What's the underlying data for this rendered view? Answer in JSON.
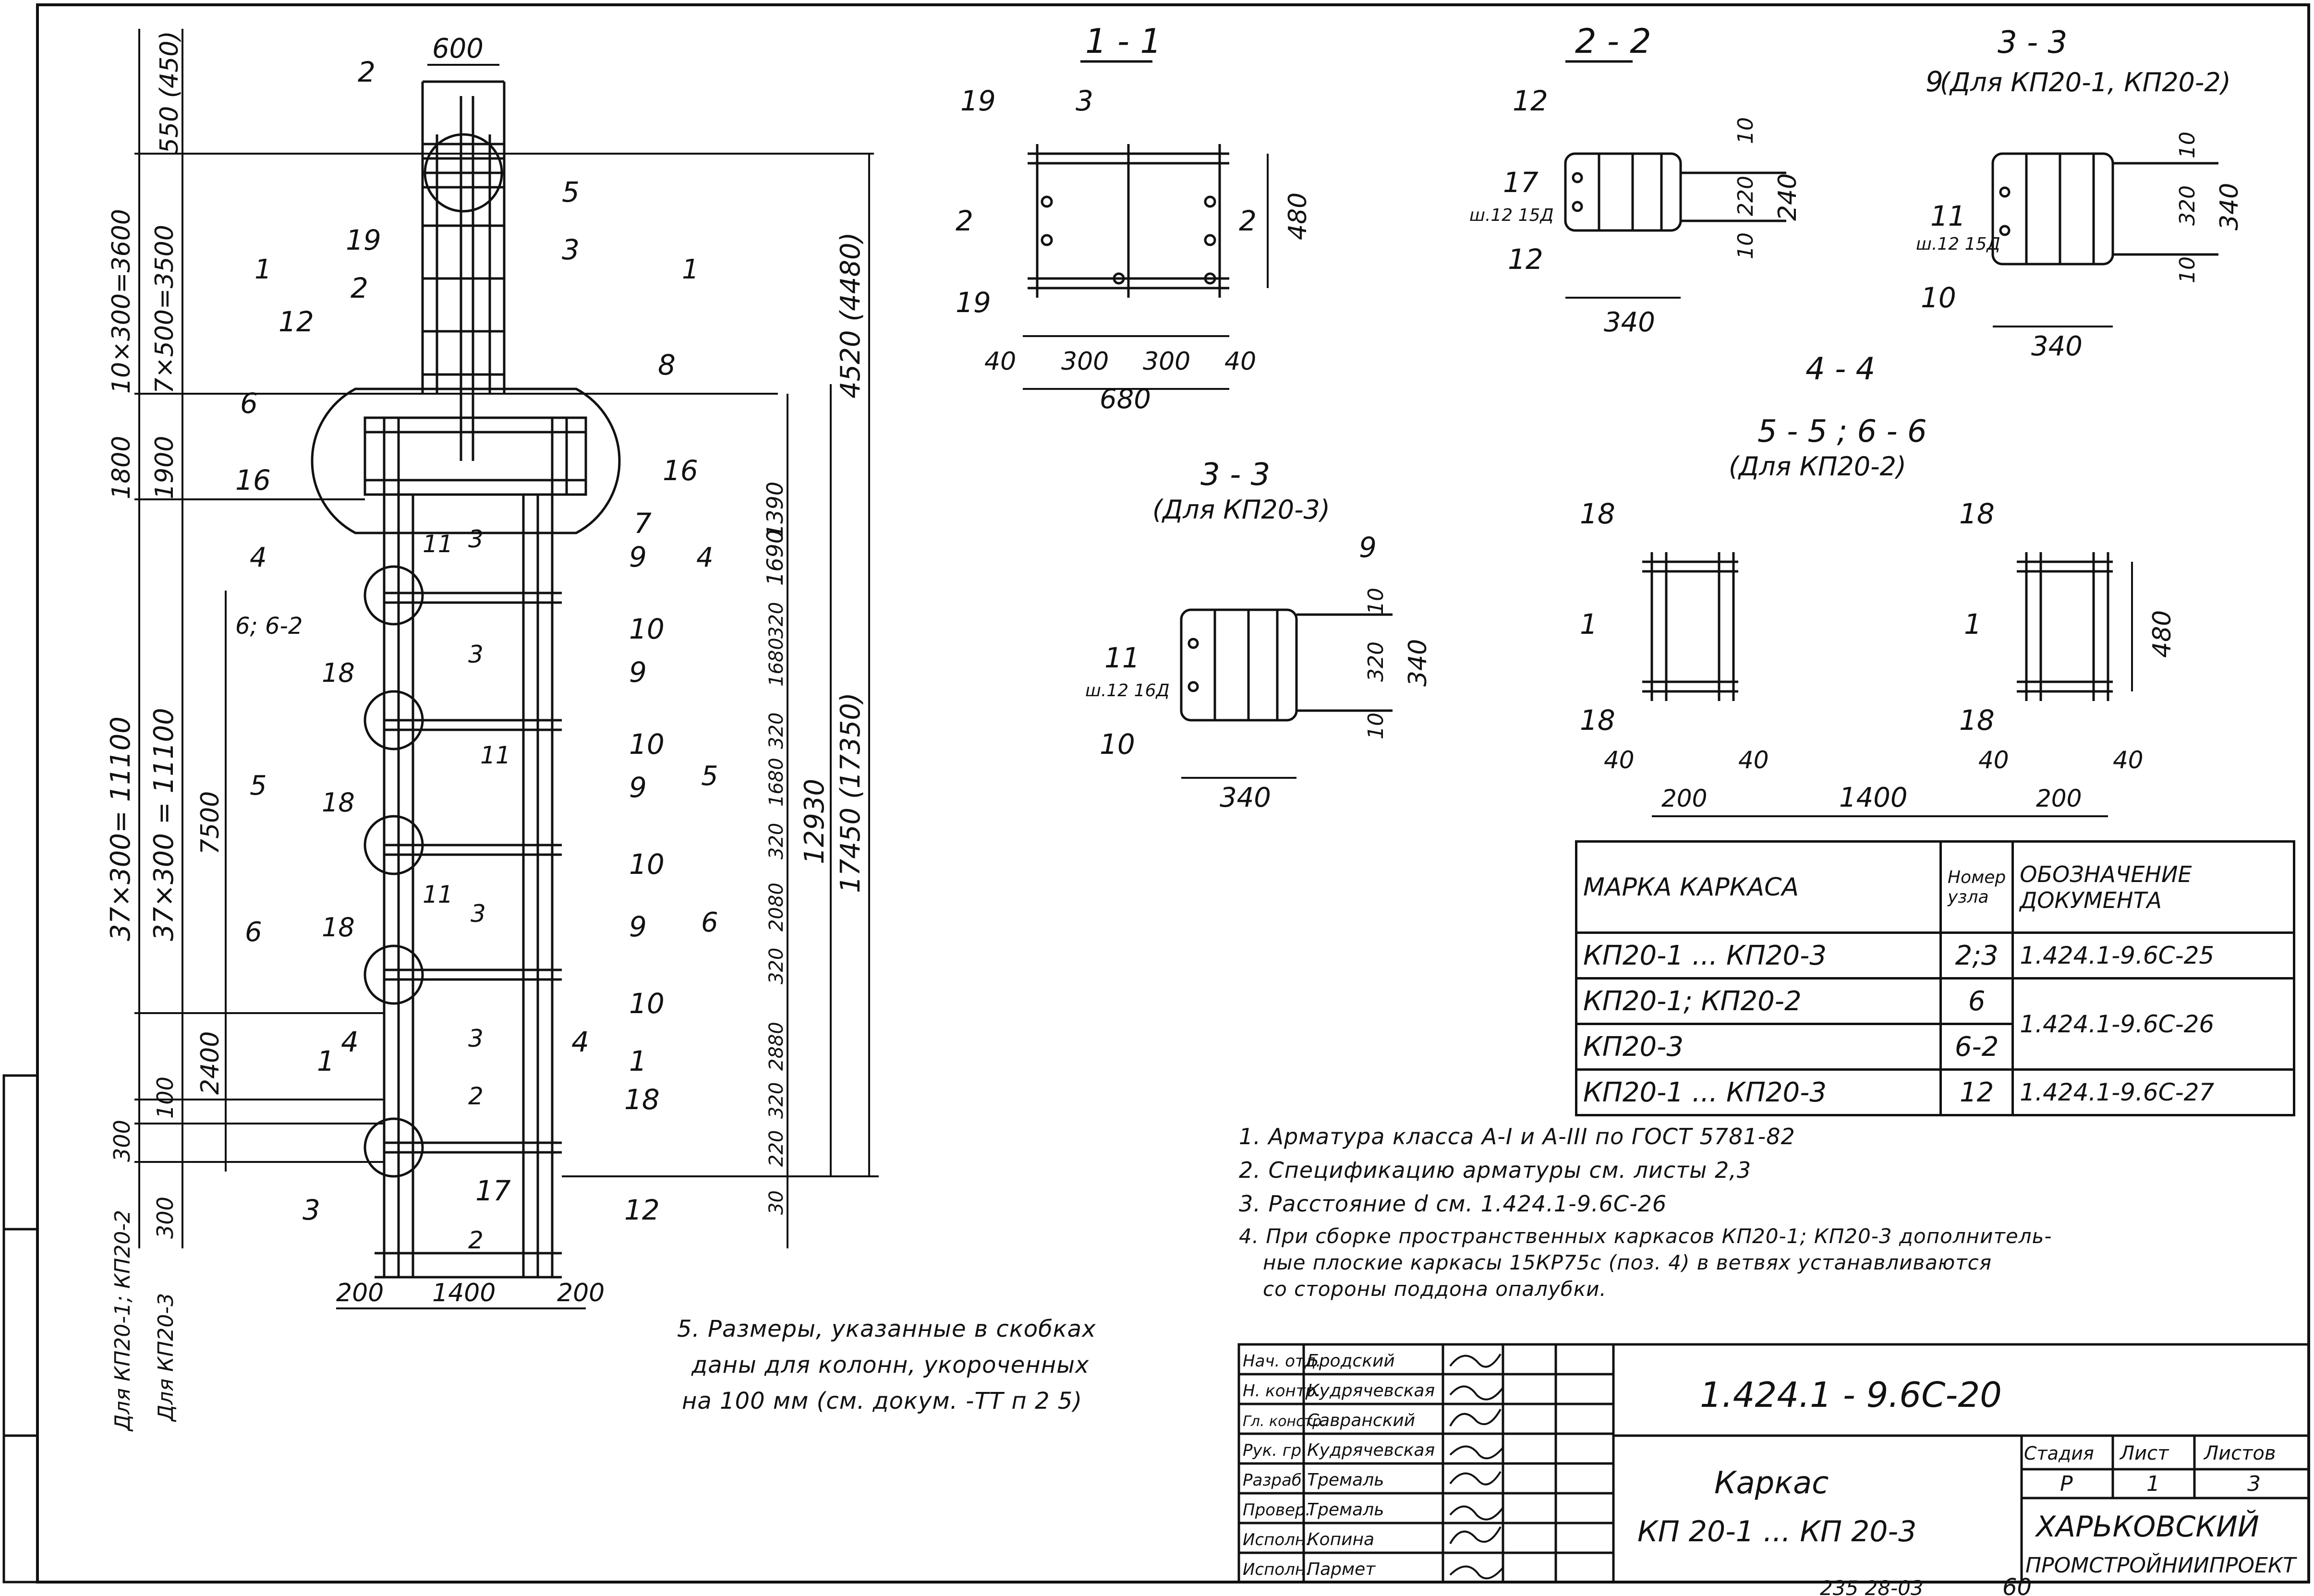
{
  "views": {
    "main": {
      "top_width": "600",
      "left_dims": [
        "550 (450)",
        "10×300=3600",
        "7×500=3500",
        "1800",
        "1900",
        "37×300= 11100",
        "37×300 = 11100",
        "7500",
        "2400",
        "100",
        "300",
        "300"
      ],
      "right_dims": [
        "4520 (4480)",
        "1390",
        "1690",
        "320",
        "1680",
        "320",
        "1680",
        "320",
        "2080",
        "320",
        "2880",
        "320",
        "220",
        "30",
        "12930",
        "17450 (17350)"
      ],
      "bottom_dims": [
        "200",
        "1400",
        "200"
      ],
      "side_labels": [
        "Для КП20-1; КП20-2",
        "Для КП20-3"
      ],
      "markers": {
        "sec11_left": "1",
        "sec11_right": "1",
        "sec44_left": "4",
        "sec44_right": "4",
        "sec55_left": "5",
        "sec55_right": "5",
        "sec66_left": "6",
        "sec66_right": "6",
        "node_66_2": "6; 6-2"
      },
      "callouts": [
        "2",
        "5",
        "19",
        "2",
        "3",
        "12",
        "8",
        "6",
        "16",
        "16",
        "7",
        "11",
        "3",
        "3",
        "9",
        "10",
        "9",
        "10",
        "11",
        "9",
        "10",
        "11",
        "3",
        "9",
        "10",
        "3",
        "4",
        "1",
        "4",
        "1",
        "2",
        "18",
        "3",
        "17",
        "12",
        "2",
        "18",
        "18",
        "18"
      ]
    },
    "s11": {
      "title": "1 - 1",
      "callouts": [
        "19",
        "3",
        "2",
        "2",
        "19"
      ],
      "dims": [
        "40",
        "300",
        "300",
        "40",
        "680",
        "480"
      ]
    },
    "s22": {
      "title": "2 - 2",
      "callouts": [
        "12",
        "17",
        "ш.12 15Д",
        "12"
      ],
      "dims": [
        "10",
        "220",
        "10",
        "240",
        "340"
      ]
    },
    "s33a": {
      "title": "3 - 3",
      "subtitle": "(Для КП20-1, КП20-2)",
      "callouts": [
        "9",
        "11",
        "ш.12 15Д",
        "10"
      ],
      "dims": [
        "10",
        "320",
        "10",
        "340",
        "340"
      ]
    },
    "s33b": {
      "title": "3 - 3",
      "subtitle": "(Для КП20-3)",
      "callouts": [
        "9",
        "11",
        "ш.12 16Д",
        "10"
      ],
      "dims": [
        "10",
        "320",
        "10",
        "340",
        "340"
      ]
    },
    "s44": {
      "title": "4 - 4",
      "title2": "5 - 5 ; 6 - 6",
      "subtitle": "(Для КП20-2)",
      "callouts": [
        "18",
        "1",
        "18",
        "18",
        "1",
        "18"
      ],
      "dims": [
        "40",
        "40",
        "200",
        "1400",
        "40",
        "40",
        "200",
        "480"
      ]
    }
  },
  "table": {
    "headers": [
      "МАРКА КАРКАСА",
      "Номер узла",
      "ОБОЗНАЧЕНИЕ ДОКУМЕНТА"
    ],
    "rows": [
      [
        "КП20-1 ... КП20-3",
        "2;3",
        "1.424.1-9.6С-25"
      ],
      [
        "КП20-1; КП20-2",
        "6",
        "1.424.1-9.6С-26"
      ],
      [
        "КП20-3",
        "6-2",
        ""
      ],
      [
        "КП20-1 ... КП20-3",
        "12",
        "1.424.1-9.6С-27"
      ]
    ]
  },
  "notes": [
    "1. Арматура класса А-I и А-III по ГОСТ 5781-82",
    "2. Спецификацию арматуры см. листы 2,3",
    "3. Расстояние d см. 1.424.1-9.6С-26",
    "4. При сборке пространственных каркасов КП20-1; КП20-3 дополнитель-",
    "ные плоские каркасы 15КР75с (поз. 4) в ветвях устанавливаются",
    "со стороны поддона опалубки."
  ],
  "note5": [
    "5. Размеры, указанные в скобках",
    "даны для колонн, укороченных",
    "на 100 мм (см. докум. -ТТ п 2 5)"
  ],
  "title_block": {
    "staff": [
      {
        "role": "Нач. отд.",
        "name": "Бродский"
      },
      {
        "role": "Н. контр.",
        "name": "Кудрячевская"
      },
      {
        "role": "Гл. констр.",
        "name": "Савранский"
      },
      {
        "role": "Рук. гр.",
        "name": "Кудрячевская"
      },
      {
        "role": "Разраб.",
        "name": "Тремаль"
      },
      {
        "role": "Провер.",
        "name": "Тремаль"
      },
      {
        "role": "Исполн.",
        "name": "Копина"
      },
      {
        "role": "Исполн.",
        "name": "Пармет"
      }
    ],
    "doc_number": "1.424.1 - 9.6С-20",
    "name_line1": "Каркас",
    "name_line2": "КП 20-1 ... КП 20-3",
    "stage_label": "Стадия",
    "sheet_label": "Лист",
    "sheets_label": "Листов",
    "stage": "Р",
    "sheet": "1",
    "sheets": "3",
    "org_line1": "ХАРЬКОВСКИЙ",
    "org_line2": "ПРОМСТРОЙНИИПРОЕКТ"
  },
  "footer": {
    "archive": "235 28-03",
    "page": "60"
  }
}
